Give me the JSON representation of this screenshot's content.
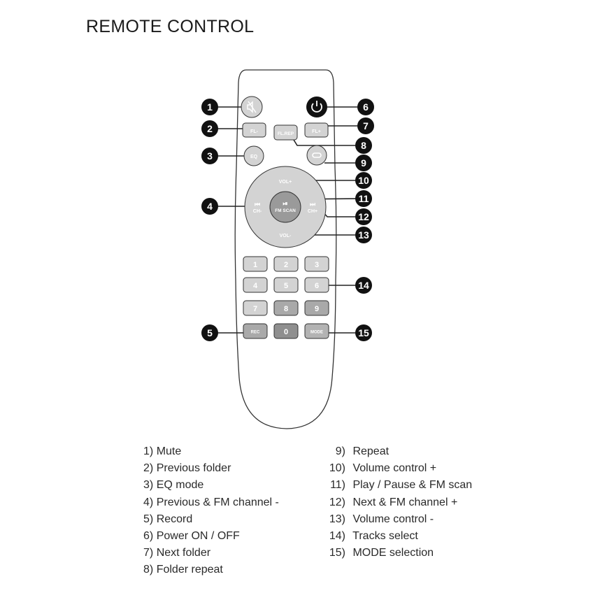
{
  "title": "REMOTE CONTROL",
  "remote": {
    "buttons": {
      "fl_minus": "FL-",
      "fl_rep": "FL.REP",
      "fl_plus": "FL+",
      "eq": "EQ",
      "vol_plus": "VOL+",
      "vol_minus": "VOL-",
      "ch_minus": "CH-",
      "ch_plus": "CH+",
      "fm_scan": "FM SCAN",
      "prev_glyph": "⏮",
      "next_glyph": "⏭",
      "play_glyph": "⏯",
      "keys": [
        "1",
        "2",
        "3",
        "4",
        "5",
        "6",
        "7",
        "8",
        "9",
        "REC",
        "0",
        "MODE"
      ]
    },
    "icons": [
      "mute-icon",
      "power-icon",
      "repeat-icon"
    ],
    "callouts": [
      "1",
      "2",
      "3",
      "4",
      "5",
      "6",
      "7",
      "8",
      "9",
      "10",
      "11",
      "12",
      "13",
      "14",
      "15"
    ]
  },
  "legend": {
    "left": [
      {
        "n": "1)",
        "t": "Mute"
      },
      {
        "n": "2)",
        "t": "Previous folder"
      },
      {
        "n": "3)",
        "t": "EQ mode"
      },
      {
        "n": "4)",
        "t": "Previous & FM channel -"
      },
      {
        "n": "5)",
        "t": "Record"
      },
      {
        "n": "6)",
        "t": "Power ON / OFF"
      },
      {
        "n": "7)",
        "t": "Next folder"
      },
      {
        "n": "8)",
        "t": "Folder repeat"
      }
    ],
    "right": [
      {
        "n": "9)",
        "t": "Repeat"
      },
      {
        "n": "10)",
        "t": "Volume control +"
      },
      {
        "n": "11)",
        "t": "Play / Pause & FM scan"
      },
      {
        "n": "12)",
        "t": "Next & FM channel +"
      },
      {
        "n": "13)",
        "t": "Volume control -"
      },
      {
        "n": "14)",
        "t": "Tracks select"
      },
      {
        "n": "15)",
        "t": "MODE selection"
      }
    ]
  }
}
